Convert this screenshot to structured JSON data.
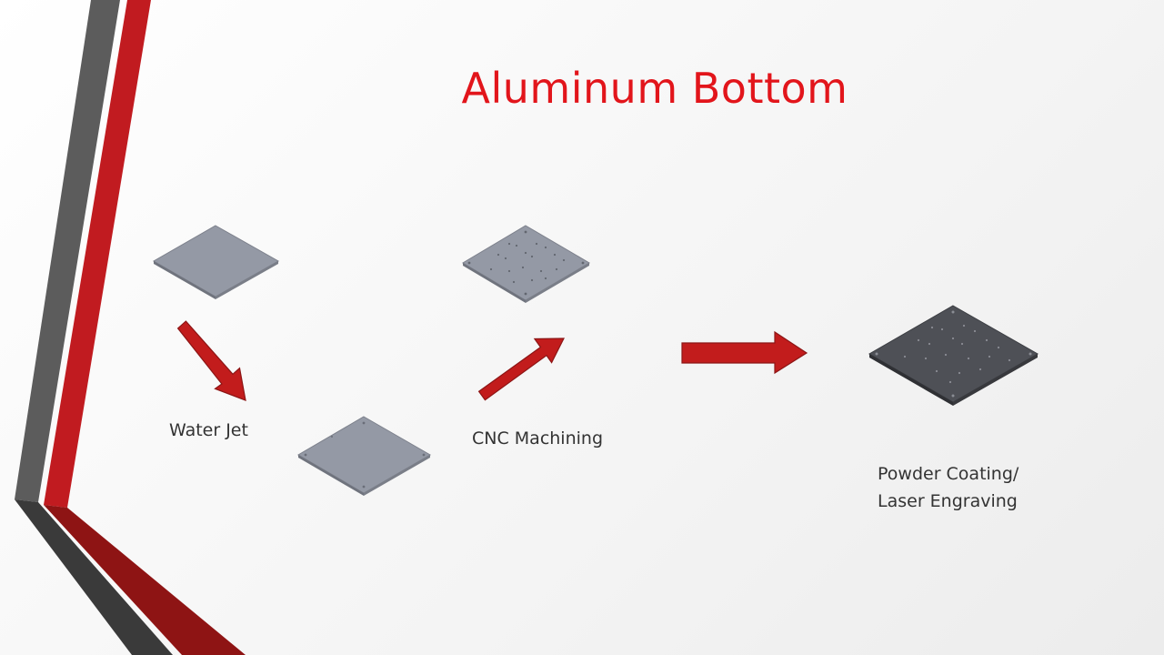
{
  "slide": {
    "title": "Aluminum Bottom",
    "steps": {
      "water_jet": "Water Jet",
      "cnc": "CNC Machining",
      "finish_line1": "Powder Coating/",
      "finish_line2": "Laser Engraving"
    }
  },
  "colors": {
    "title": "#e2151b",
    "arrow_fill": "#c21c1c",
    "arrow_stroke": "#8c1515",
    "raw_plate": "#9499a5",
    "finished_plate": "#4e5056",
    "accent_red": "#c11b20",
    "accent_gray": "#5c5c5c"
  }
}
